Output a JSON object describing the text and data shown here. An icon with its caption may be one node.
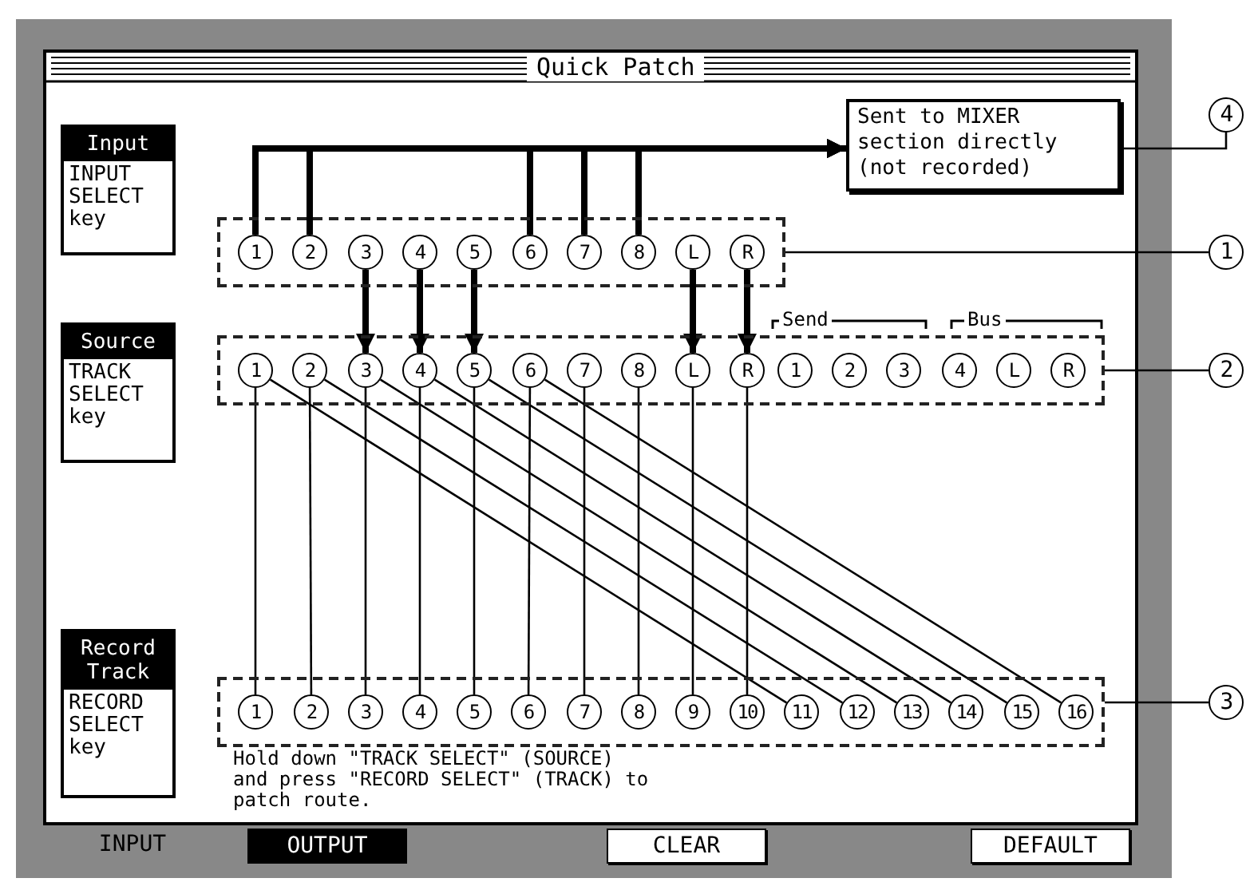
{
  "diagram": {
    "title": "Quick Patch",
    "nodes": [
      {
        "text": [
          "Input",
          "INPUT SELECT key"
        ]
      },
      {
        "text": [
          "Source",
          "TRACK SELECT key"
        ]
      },
      {
        "text": [
          "Record Track",
          "RECORD SELECT key"
        ]
      },
      {
        "text": [],
        "shape": "box"
      },
      {
        "text": [
          "1"
        ],
        "in": 3
      },
      {
        "text": [
          "2"
        ],
        "in": 3
      },
      {
        "text": [
          "3"
        ],
        "in": 3
      },
      {
        "text": [
          "4"
        ],
        "in": 3
      },
      {
        "text": [
          "5"
        ],
        "in": 3
      },
      {
        "text": [
          "6"
        ],
        "in": 3
      },
      {
        "text": [
          "7"
        ],
        "in": 3
      },
      {
        "text": [
          "8"
        ],
        "in": 3
      },
      {
        "text": [
          "L"
        ],
        "in": 3
      },
      {
        "text": [
          "R"
        ],
        "in": 3
      },
      {
        "text": [],
        "shape": "box"
      },
      {
        "text": [
          "1"
        ],
        "in": 14
      },
      {
        "text": [
          "2"
        ],
        "in": 14
      },
      {
        "text": [
          "3"
        ],
        "in": 14
      },
      {
        "text": [
          "4"
        ],
        "in": 14
      },
      {
        "text": [
          "5"
        ],
        "in": 14
      },
      {
        "text": [
          "6"
        ],
        "in": 14
      },
      {
        "text": [
          "7"
        ],
        "in": 14
      },
      {
        "text": [
          "8"
        ],
        "in": 14
      },
      {
        "text": [
          "L"
        ],
        "in": 14
      },
      {
        "text": [
          "R"
        ],
        "in": 14
      },
      {
        "text": [
          "1"
        ],
        "in": 14
      },
      {
        "text": [
          "2"
        ],
        "in": 14
      },
      {
        "text": [
          "3"
        ],
        "in": 14
      },
      {
        "text": [
          "4"
        ],
        "in": 14
      },
      {
        "text": [
          "L"
        ],
        "in": 14
      },
      {
        "text": [
          "R"
        ],
        "in": 14
      },
      {
        "text": [],
        "shape": "box"
      },
      {
        "text": [
          "1"
        ],
        "in": 31
      },
      {
        "text": [
          "2"
        ],
        "in": 31
      },
      {
        "text": [
          "3"
        ],
        "in": 31
      },
      {
        "text": [
          "4"
        ],
        "in": 31
      },
      {
        "text": [
          "5"
        ],
        "in": 31
      },
      {
        "text": [
          "6"
        ],
        "in": 31
      },
      {
        "text": [
          "7"
        ],
        "in": 31
      },
      {
        "text": [
          "8"
        ],
        "in": 31
      },
      {
        "text": [
          "9"
        ],
        "in": 31
      },
      {
        "text": [
          "10"
        ],
        "in": 31
      },
      {
        "text": [
          "11"
        ],
        "in": 31
      },
      {
        "text": [
          "12"
        ],
        "in": 31
      },
      {
        "text": [
          "13"
        ],
        "in": 31
      },
      {
        "text": [
          "14"
        ],
        "in": 31
      },
      {
        "text": [
          "15"
        ],
        "in": 31
      },
      {
        "text": [
          "16"
        ],
        "in": 31
      },
      {
        "text": [
          "Sent to MIXER section directly (not recorded)"
        ]
      },
      {
        "text": [
          "4"
        ]
      },
      {
        "text": [
          "1"
        ]
      },
      {
        "text": [
          "2"
        ]
      },
      {
        "text": [
          "3"
        ]
      }
    ],
    "edges": [
      {
        "from": 4,
        "to": 48,
        "arrow": "to",
        "style": "thick"
      },
      {
        "from": 5,
        "to": 48,
        "arrow": "to",
        "style": "thick"
      },
      {
        "from": 9,
        "to": 48,
        "arrow": "to",
        "style": "thick"
      },
      {
        "from": 10,
        "to": 48,
        "arrow": "to",
        "style": "thick"
      },
      {
        "from": 11,
        "to": 48,
        "arrow": "to",
        "style": "thick"
      },
      {
        "from": 6,
        "to": 17,
        "arrow": "to",
        "style": "thick"
      },
      {
        "from": 7,
        "to": 18,
        "arrow": "to",
        "style": "thick"
      },
      {
        "from": 8,
        "to": 19,
        "arrow": "to",
        "style": "thick"
      },
      {
        "from": 12,
        "to": 23,
        "arrow": "to",
        "style": "thick"
      },
      {
        "from": 13,
        "to": 24,
        "arrow": "to",
        "style": "thick"
      },
      {
        "from": 15,
        "to": 32,
        "arrow": "none"
      },
      {
        "from": 16,
        "to": 33,
        "arrow": "none"
      },
      {
        "from": 17,
        "to": 34,
        "arrow": "none"
      },
      {
        "from": 18,
        "to": 35,
        "arrow": "none"
      },
      {
        "from": 19,
        "to": 36,
        "arrow": "none"
      },
      {
        "from": 20,
        "to": 37,
        "arrow": "none"
      },
      {
        "from": 21,
        "to": 38,
        "arrow": "none"
      },
      {
        "from": 22,
        "to": 39,
        "arrow": "none"
      },
      {
        "from": 23,
        "to": 40,
        "arrow": "none"
      },
      {
        "from": 24,
        "to": 41,
        "arrow": "none"
      },
      {
        "from": 15,
        "to": 42,
        "arrow": "none"
      },
      {
        "from": 16,
        "to": 43,
        "arrow": "none"
      },
      {
        "from": 17,
        "to": 44,
        "arrow": "none"
      },
      {
        "from": 18,
        "to": 45,
        "arrow": "none"
      },
      {
        "from": 19,
        "to": 46,
        "arrow": "none"
      },
      {
        "from": 20,
        "to": 47,
        "arrow": "none"
      },
      {
        "from": 49,
        "to": 48,
        "arrow": "none"
      },
      {
        "from": 50,
        "to": 3,
        "arrow": "none"
      },
      {
        "from": 51,
        "to": 14,
        "arrow": "none"
      },
      {
        "from": 52,
        "to": 31,
        "arrow": "none"
      }
    ],
    "labels": [
      "Send",
      "Bus",
      "Hold down \"TRACK SELECT\" (SOURCE) and press \"RECORD SELECT\" (TRACK) to patch route.",
      "INPUT",
      "OUTPUT",
      "CLEAR",
      "DEFAULT"
    ]
  }
}
